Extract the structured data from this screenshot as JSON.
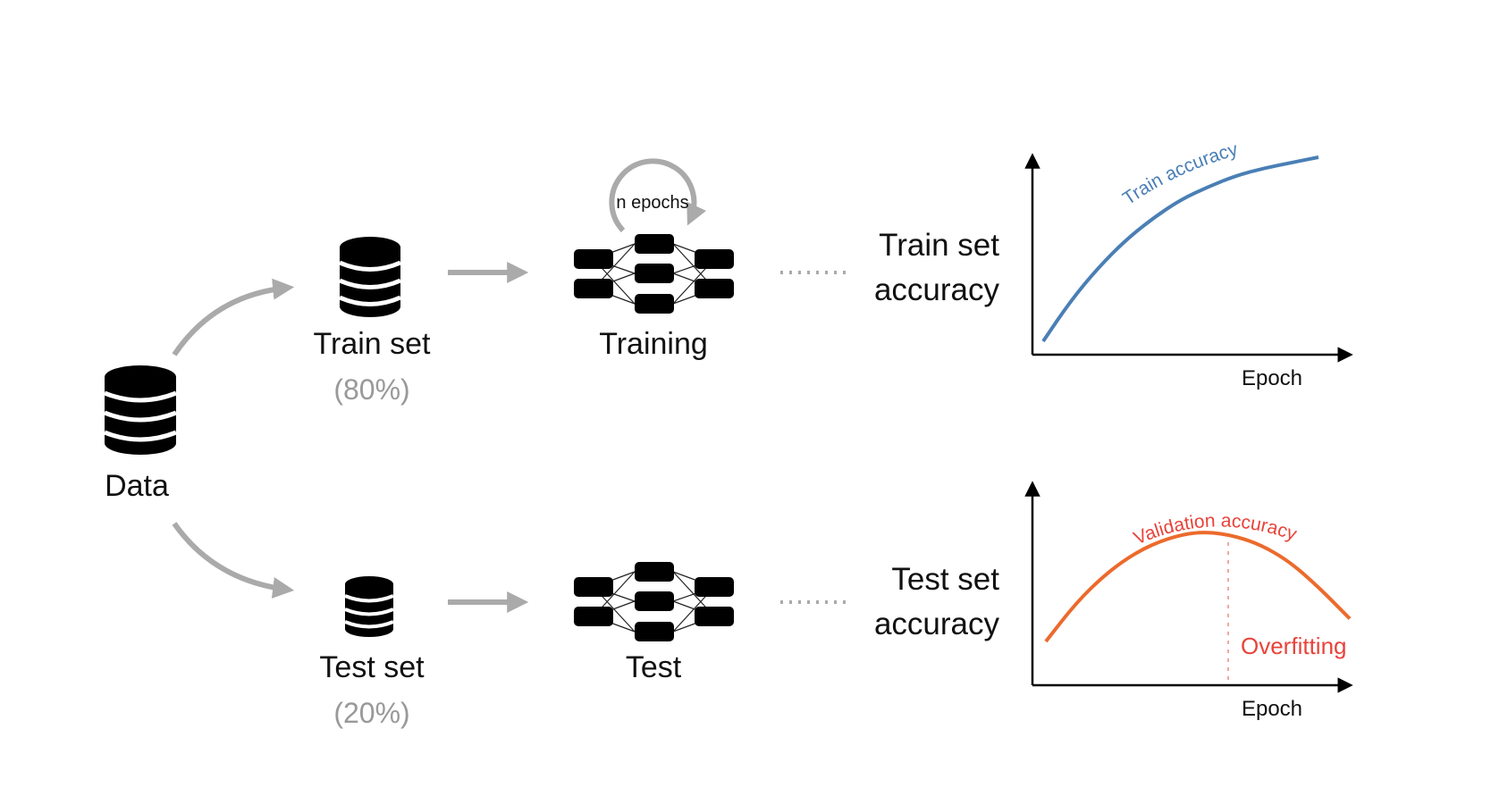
{
  "nodes": {
    "data": "Data",
    "train_set": "Train set",
    "train_pct": "(80%)",
    "test_set": "Test set",
    "test_pct": "(20%)",
    "training": "Training",
    "test": "Test",
    "loop_label": "n epochs"
  },
  "results": {
    "train_line1": "Train set",
    "train_line2": "accuracy",
    "test_line1": "Test set",
    "test_line2": "accuracy"
  },
  "colors": {
    "icon": "#000000",
    "arrow": "#aaaaaa",
    "percent_text": "#999999",
    "train_curve": "#4a7fb5",
    "validation_curve": "#ec6a2c",
    "validation_label": "#e8433a",
    "overfit_line": "#f2a8a0"
  },
  "chart_data": [
    {
      "type": "line",
      "xlabel": "Epoch",
      "ylabel": "",
      "series": [
        {
          "name": "Train accuracy",
          "x": [
            0,
            0.1,
            0.2,
            0.3,
            0.4,
            0.5,
            0.6,
            0.7,
            0.8,
            0.9,
            1.0
          ],
          "values": [
            0.0,
            0.22,
            0.4,
            0.55,
            0.67,
            0.77,
            0.84,
            0.9,
            0.94,
            0.97,
            1.0
          ]
        }
      ]
    },
    {
      "type": "line",
      "xlabel": "Epoch",
      "ylabel": "",
      "series": [
        {
          "name": "Validation accuracy",
          "x": [
            0,
            0.1,
            0.2,
            0.3,
            0.4,
            0.5,
            0.6,
            0.7,
            0.8,
            0.9,
            1.0
          ],
          "values": [
            0.18,
            0.47,
            0.69,
            0.85,
            0.95,
            1.0,
            0.98,
            0.91,
            0.78,
            0.58,
            0.35
          ]
        }
      ],
      "annotation": "Overfitting",
      "annotation_x": 0.6
    }
  ]
}
